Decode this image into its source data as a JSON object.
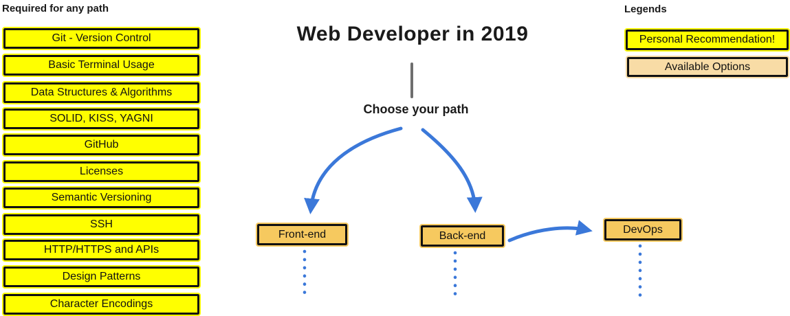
{
  "required": {
    "title": "Required for any path",
    "items": [
      "Git - Version Control",
      "Basic Terminal Usage",
      "Data Structures & Algorithms",
      "SOLID, KISS, YAGNI",
      "GitHub",
      "Licenses",
      "Semantic Versioning",
      "SSH",
      "HTTP/HTTPS and APIs",
      "Design Patterns",
      "Character Encodings"
    ]
  },
  "main": {
    "title": "Web Developer in 2019",
    "choose_label": "Choose your path",
    "paths": {
      "frontend": "Front-end",
      "backend": "Back-end",
      "devops": "DevOps"
    }
  },
  "legends": {
    "title": "Legends",
    "personal": "Personal Recommendation!",
    "available": "Available Options"
  },
  "colors": {
    "recommendation-yellow": "#FFFF00",
    "option-amber": "#F6C95F",
    "option-light": "#F8DCA6",
    "arrow-blue": "#3B78D9",
    "line-gray": "#6E6E6E"
  }
}
